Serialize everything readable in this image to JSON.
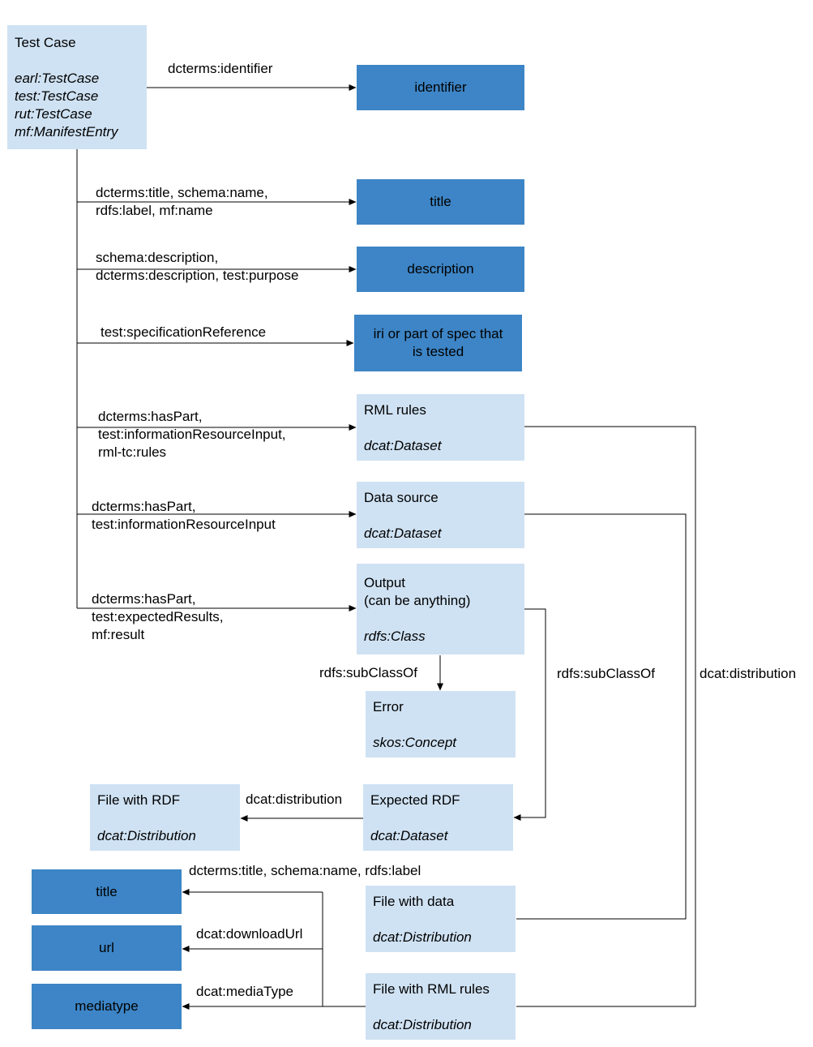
{
  "colors": {
    "light_box": "#cfe2f3",
    "dark_box": "#3d85c6",
    "line": "#000000"
  },
  "boxes": {
    "test_case": {
      "name": "Test Case",
      "types": [
        "earl:TestCase",
        "test:TestCase",
        "rut:TestCase",
        "mf:ManifestEntry"
      ]
    },
    "identifier": {
      "text": "identifier"
    },
    "title": {
      "text": "title"
    },
    "description": {
      "text": "description"
    },
    "spec": {
      "text": "iri or part of spec that\nis tested"
    },
    "rml_rules": {
      "name": "RML rules",
      "type": "dcat:Dataset"
    },
    "data_source": {
      "name": "Data source",
      "type": "dcat:Dataset"
    },
    "output": {
      "name": "Output\n(can be anything)",
      "type": "rdfs:Class"
    },
    "error": {
      "name": "Error",
      "type": "skos:Concept"
    },
    "expected_rdf": {
      "name": "Expected RDF",
      "type": "dcat:Dataset"
    },
    "file_with_rdf": {
      "name": "File with RDF",
      "type": "dcat:Distribution"
    },
    "file_with_data": {
      "name": "File with data",
      "type": "dcat:Distribution"
    },
    "file_with_rml": {
      "name": "File with RML rules",
      "type": "dcat:Distribution"
    },
    "dist_title": {
      "text": "title"
    },
    "dist_url": {
      "text": "url"
    },
    "dist_mediatype": {
      "text": "mediatype"
    }
  },
  "edges": {
    "identifier": "dcterms:identifier",
    "title": "dcterms:title, schema:name,\nrdfs:label, mf:name",
    "description": "schema:description,\ndcterms:description, test:purpose",
    "spec": "test:specificationReference",
    "rml_rules": "dcterms:hasPart,\ntest:informationResourceInput,\nrml-tc:rules",
    "data_source": "dcterms:hasPart,\ntest:informationResourceInput",
    "output": "dcterms:hasPart,\ntest:expectedResults,\nmf:result",
    "error_subclass": "rdfs:subClassOf",
    "expected_subclass": "rdfs:subClassOf",
    "dcat_distribution_right": "dcat:distribution",
    "dcat_distribution_rdf": "dcat:distribution",
    "dist_title": "dcterms:title, schema:name, rdfs:label",
    "dist_url": "dcat:downloadUrl",
    "dist_mediatype": "dcat:mediaType"
  }
}
